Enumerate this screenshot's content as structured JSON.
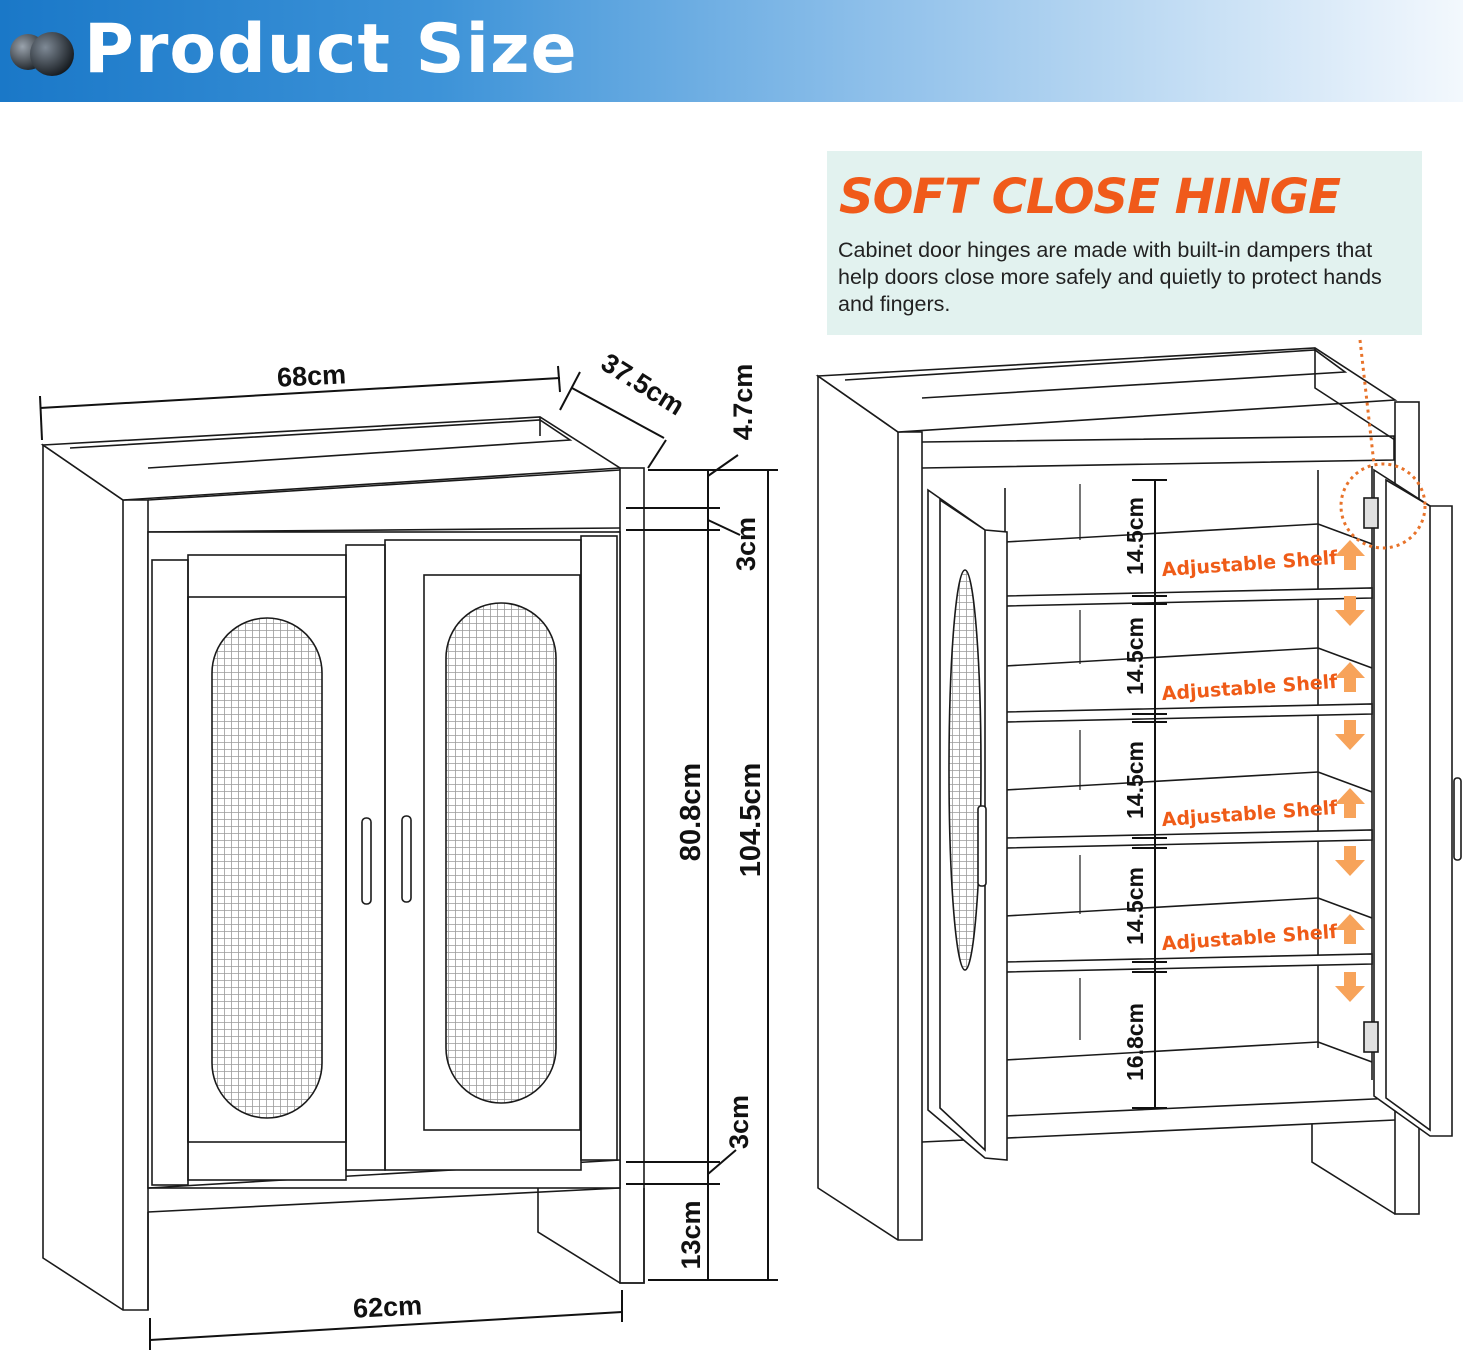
{
  "header": {
    "title": "Product Size"
  },
  "callout": {
    "title": "SOFT CLOSE HINGE",
    "body": "Cabinet door hinges are made with built-in dampers that help doors close more safely and quietly to protect hands and fingers."
  },
  "dimensions": {
    "width_top": "68cm",
    "depth": "37.5cm",
    "top_height": "4.7cm",
    "rail_top": "3cm",
    "door_height": "80.8cm",
    "total_height": "104.5cm",
    "rail_bottom": "3cm",
    "base_height": "13cm",
    "width_bottom": "62cm"
  },
  "shelves": {
    "spacing": [
      "14.5cm",
      "14.5cm",
      "14.5cm",
      "14.5cm",
      "16.8cm"
    ],
    "labels": [
      "Adjustable Shelf",
      "Adjustable Shelf",
      "Adjustable Shelf",
      "Adjustable Shelf"
    ]
  },
  "colors": {
    "accent": "#f05a1a",
    "banner": "#1a78c8",
    "callout_bg": "#e2f2ef",
    "arrow": "#f7a35a"
  }
}
